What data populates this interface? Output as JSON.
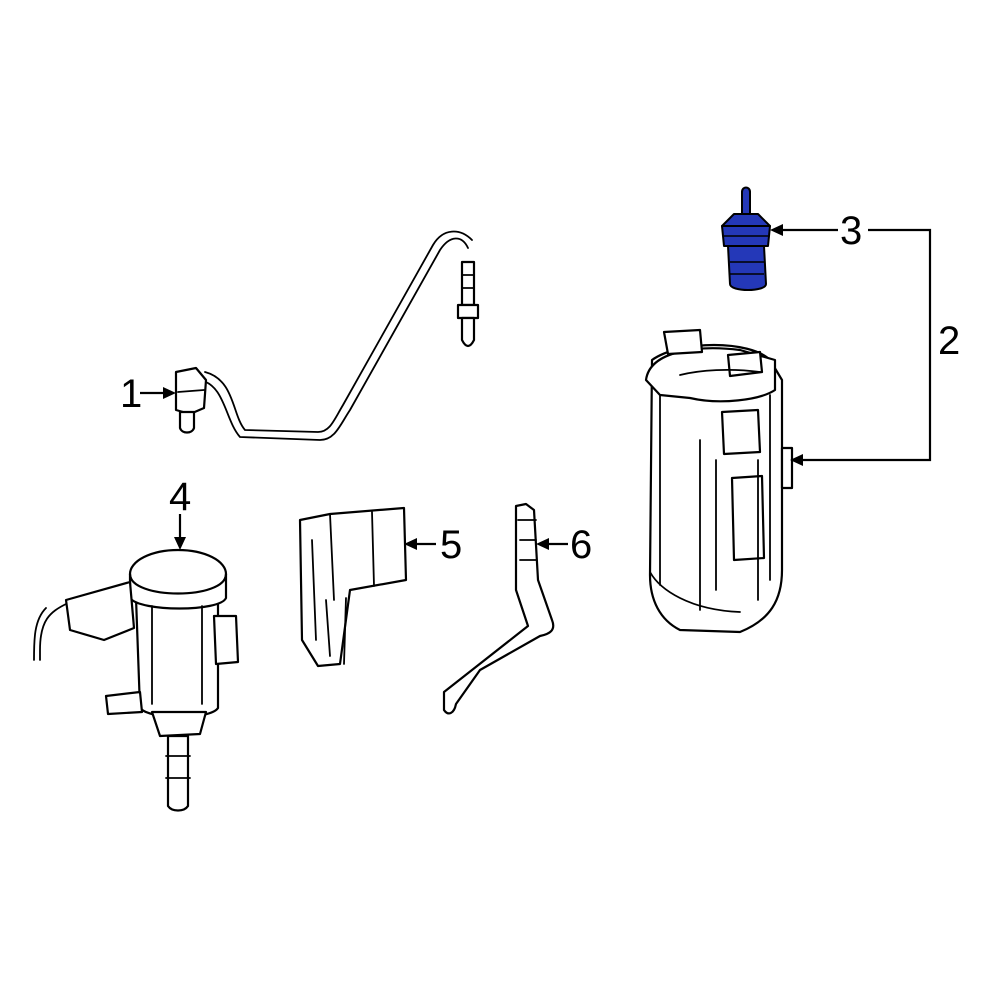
{
  "diagram": {
    "highlight_color": "#2438b8",
    "line_color": "#000000",
    "background_color": "#ffffff",
    "callouts": [
      {
        "number": "1"
      },
      {
        "number": "2"
      },
      {
        "number": "3"
      },
      {
        "number": "4"
      },
      {
        "number": "5"
      },
      {
        "number": "6"
      }
    ],
    "highlighted_callout": "3"
  }
}
